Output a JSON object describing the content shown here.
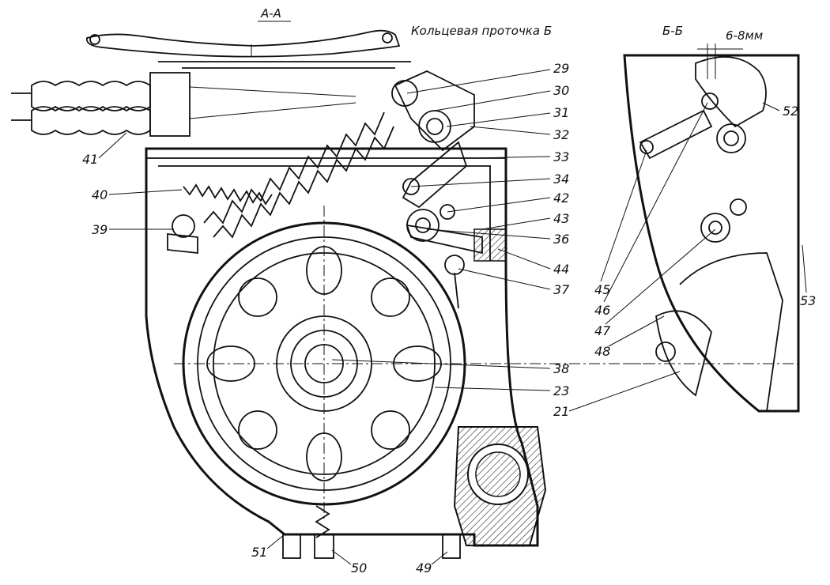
{
  "titles": {
    "section_aa": "А-А",
    "section_bb": "Б-Б",
    "annular_groove": "Кольцевая проточка Б",
    "gap_dimension": "6-8мм"
  },
  "callouts_left": [
    "41",
    "40",
    "39",
    "51",
    "50",
    "49"
  ],
  "callouts_middle": [
    "29",
    "30",
    "31",
    "32",
    "33",
    "34",
    "42",
    "43",
    "36",
    "44",
    "37",
    "38",
    "23",
    "21"
  ],
  "callouts_right": [
    "52",
    "53",
    "45",
    "46",
    "47",
    "48"
  ],
  "ink_color": "#111111",
  "hatch_color": "#222222"
}
